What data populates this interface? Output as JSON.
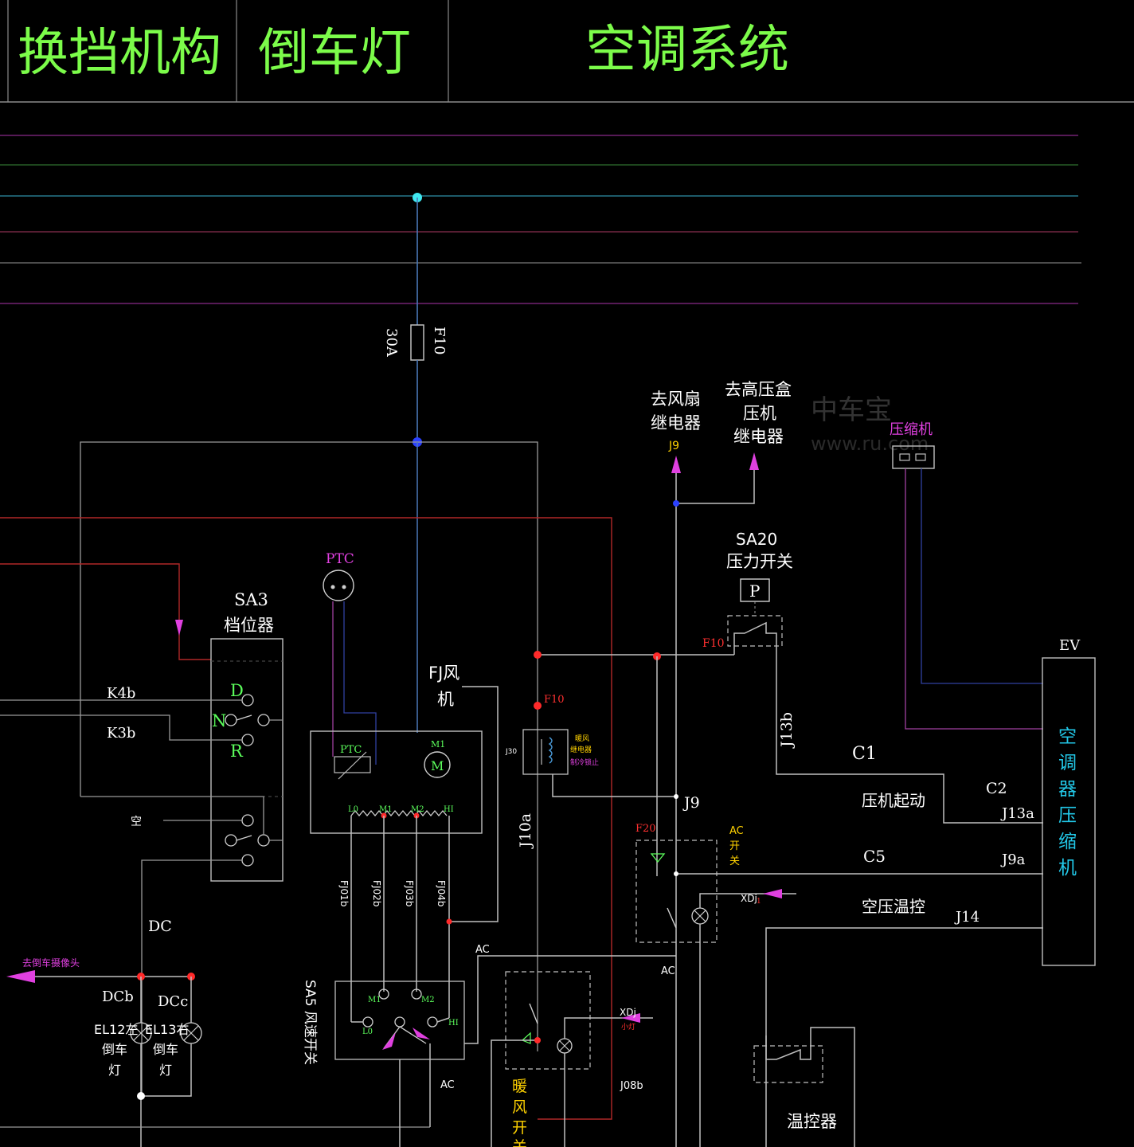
{
  "header": {
    "shift_mechanism": "换挡机构",
    "reverse_light": "倒车灯",
    "ac_system": "空调系统"
  },
  "labels": {
    "fuse_rating": "30A",
    "fuse_name": "F10",
    "to_fan_relay": [
      "去风扇",
      "继电器"
    ],
    "to_hv_box": [
      "去高压盒",
      "压机",
      "继电器"
    ],
    "j9_top": "J9",
    "compressor": "压缩机",
    "watermark": [
      "中车宝",
      "www.ru.com"
    ],
    "sa20": "SA20",
    "pressure_switch": "压力开关",
    "p_symbol": "P",
    "f10_pressure": "F10",
    "ptc_top": "PTC",
    "ptc_inner": "PTC",
    "sa3": "SA3",
    "gear_selector": "档位器",
    "gear_d": "D",
    "gear_n": "N",
    "gear_r": "R",
    "k4b": "K4b",
    "k3b": "K3b",
    "neutral": "空",
    "fan_label": [
      "FJ风",
      "机"
    ],
    "motor_m1": "M1",
    "motor_m": "M",
    "resistor_taps": [
      "L0",
      "M1",
      "M2",
      "HI"
    ],
    "f10_relay": "F10",
    "j30": "J30",
    "relay_note": [
      "暖风",
      "继电器",
      "制冷锁止"
    ],
    "j10a": "J10a",
    "j9_mid": "J9",
    "f20": "F20",
    "ac_switch": [
      "AC",
      "开",
      "关"
    ],
    "xdj1": "XDj",
    "xdj1_sub": "1",
    "ac_mid": "AC",
    "j13b": "J13b",
    "ev": "EV",
    "c1": "C1",
    "compressor_start": "压机起动",
    "c2": "C2",
    "j13a": "J13a",
    "c5": "C5",
    "j9a": "J9a",
    "ac_temp_ctrl": "空压温控",
    "j14": "J14",
    "ac_compressor_vertical": [
      "空",
      "调",
      "器",
      "压",
      "缩",
      "机"
    ],
    "thermostat": "温控器",
    "dc": "DC",
    "to_reverse_camera": "去倒车摄像头",
    "dcb": "DCb",
    "dcc": "DCc",
    "el12": [
      "EL12左",
      "倒车",
      "灯"
    ],
    "el13": [
      "EL13右",
      "倒车",
      "灯"
    ],
    "sa5": "SA5 风速开关",
    "fan_wires": [
      "FJ01b",
      "FJ02b",
      "FJ03b",
      "FJ04b"
    ],
    "ac_left": "AC",
    "sa5_taps": [
      "M1",
      "M2",
      "L0",
      "HI"
    ],
    "xdj2": "XDj",
    "xdj2_sub": "小灯",
    "heater_switch": [
      "暖",
      "风",
      "开",
      "关"
    ],
    "j08b": "J08b",
    "ac_bottom": "AC"
  }
}
